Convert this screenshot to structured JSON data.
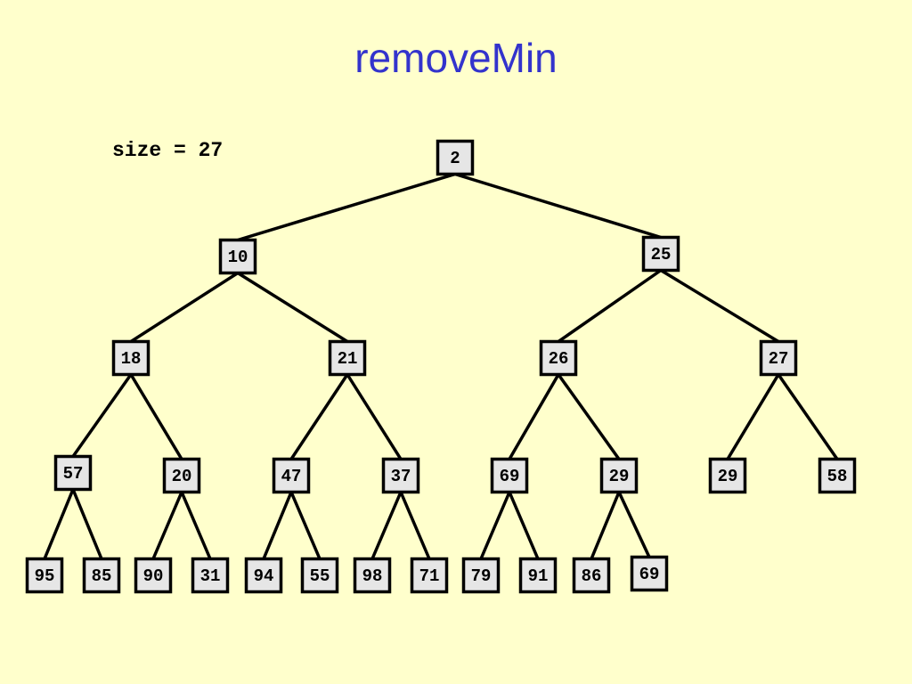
{
  "title": "removeMin",
  "size_label": "size = 27",
  "tree": {
    "nodes": [
      {
        "id": "n0",
        "value": "2"
      },
      {
        "id": "n1",
        "value": "10"
      },
      {
        "id": "n2",
        "value": "25"
      },
      {
        "id": "n3",
        "value": "18"
      },
      {
        "id": "n4",
        "value": "21"
      },
      {
        "id": "n5",
        "value": "26"
      },
      {
        "id": "n6",
        "value": "27"
      },
      {
        "id": "n7",
        "value": "57"
      },
      {
        "id": "n8",
        "value": "20"
      },
      {
        "id": "n9",
        "value": "47"
      },
      {
        "id": "n10",
        "value": "37"
      },
      {
        "id": "n11",
        "value": "69"
      },
      {
        "id": "n12",
        "value": "29"
      },
      {
        "id": "n13",
        "value": "29"
      },
      {
        "id": "n14",
        "value": "58"
      },
      {
        "id": "n15",
        "value": "95"
      },
      {
        "id": "n16",
        "value": "85"
      },
      {
        "id": "n17",
        "value": "90"
      },
      {
        "id": "n18",
        "value": "31"
      },
      {
        "id": "n19",
        "value": "94"
      },
      {
        "id": "n20",
        "value": "55"
      },
      {
        "id": "n21",
        "value": "98"
      },
      {
        "id": "n22",
        "value": "71"
      },
      {
        "id": "n23",
        "value": "79"
      },
      {
        "id": "n24",
        "value": "91"
      },
      {
        "id": "n25",
        "value": "86"
      },
      {
        "id": "n26",
        "value": "69"
      }
    ],
    "edges": [
      [
        "n0",
        "n1"
      ],
      [
        "n0",
        "n2"
      ],
      [
        "n1",
        "n3"
      ],
      [
        "n1",
        "n4"
      ],
      [
        "n2",
        "n5"
      ],
      [
        "n2",
        "n6"
      ],
      [
        "n3",
        "n7"
      ],
      [
        "n3",
        "n8"
      ],
      [
        "n4",
        "n9"
      ],
      [
        "n4",
        "n10"
      ],
      [
        "n5",
        "n11"
      ],
      [
        "n5",
        "n12"
      ],
      [
        "n6",
        "n13"
      ],
      [
        "n6",
        "n14"
      ],
      [
        "n7",
        "n15"
      ],
      [
        "n7",
        "n16"
      ],
      [
        "n8",
        "n17"
      ],
      [
        "n8",
        "n18"
      ],
      [
        "n9",
        "n19"
      ],
      [
        "n9",
        "n20"
      ],
      [
        "n10",
        "n21"
      ],
      [
        "n10",
        "n22"
      ],
      [
        "n11",
        "n23"
      ],
      [
        "n11",
        "n24"
      ],
      [
        "n12",
        "n25"
      ],
      [
        "n12",
        "n26"
      ]
    ]
  }
}
